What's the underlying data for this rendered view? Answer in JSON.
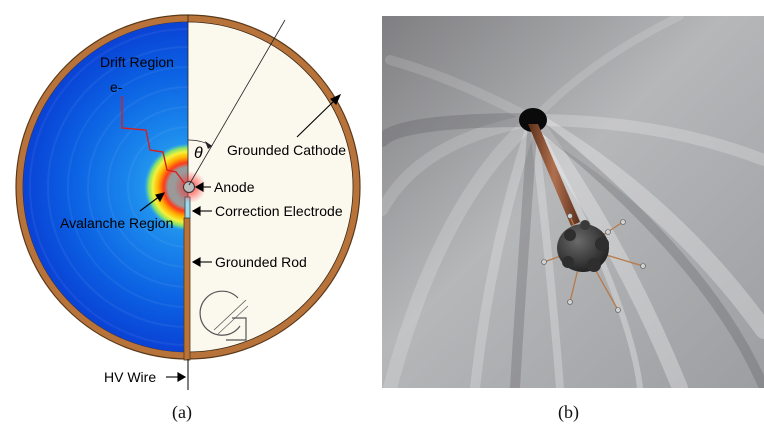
{
  "panel_a": {
    "caption": "(a)",
    "labels": {
      "drift_region": "Drift Region",
      "electron": "e-",
      "theta": "θ",
      "grounded_cathode": "Grounded Cathode",
      "anode": "Anode",
      "avalanche_region": "Avalanche Region",
      "correction_electrode": "Correction Electrode",
      "grounded_rod": "Grounded Rod",
      "hv_wire": "HV Wire"
    },
    "colors": {
      "shell": "#b8733a",
      "drift_field": "#0a55e0",
      "cathode_half": "#fbf8ee",
      "electron_path": "#d42020",
      "anode_glow": "#e02a2a"
    }
  },
  "panel_b": {
    "caption": "(b)",
    "colors": {
      "sphere_interior": "#a9a9a9",
      "rod": "#8a4b2a",
      "sensor": "#3a3a3a"
    }
  }
}
